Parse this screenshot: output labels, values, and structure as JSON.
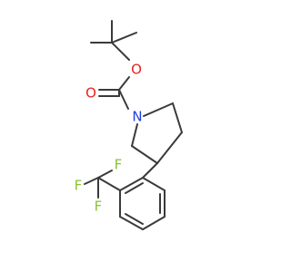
{
  "atoms": {
    "O_ether": {
      "label": "O",
      "color": "#e8231e"
    },
    "O_carbonyl": {
      "label": "O",
      "color": "#e8231e"
    },
    "N": {
      "label": "N",
      "color": "#2440d8"
    },
    "F1": {
      "label": "F",
      "color": "#8bc234"
    },
    "F2": {
      "label": "F",
      "color": "#8bc234"
    },
    "F3": {
      "label": "F",
      "color": "#8bc234"
    }
  },
  "bond_color": "#3a3a3a"
}
